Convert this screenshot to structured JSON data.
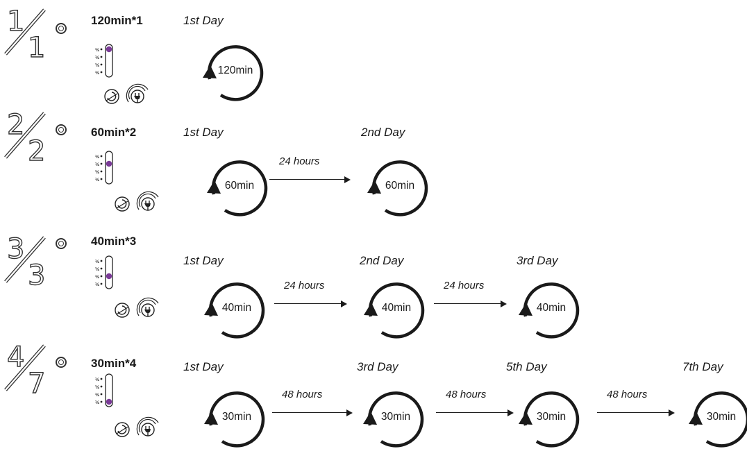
{
  "accent_color": "#7a3a97",
  "rows": [
    {
      "fraction": {
        "numerator": "1",
        "denominator": "1"
      },
      "program": "120min*1",
      "slider_level_index": 0,
      "steps": [
        {
          "day": "1st Day",
          "timer": "120min"
        }
      ],
      "intervals": []
    },
    {
      "fraction": {
        "numerator": "2",
        "denominator": "2"
      },
      "program": "60min*2",
      "slider_level_index": 1,
      "steps": [
        {
          "day": "1st Day",
          "timer": "60min"
        },
        {
          "day": "2nd Day",
          "timer": "60min"
        }
      ],
      "intervals": [
        "24 hours"
      ]
    },
    {
      "fraction": {
        "numerator": "3",
        "denominator": "3"
      },
      "program": "40min*3",
      "slider_level_index": 2,
      "steps": [
        {
          "day": "1st Day",
          "timer": "40min"
        },
        {
          "day": "2nd Day",
          "timer": "40min"
        },
        {
          "day": "3rd Day",
          "timer": "40min"
        }
      ],
      "intervals": [
        "24 hours",
        "24 hours"
      ]
    },
    {
      "fraction": {
        "numerator": "4",
        "denominator": "7"
      },
      "program": "30min*4",
      "slider_level_index": 3,
      "steps": [
        {
          "day": "1st Day",
          "timer": "30min"
        },
        {
          "day": "3rd Day",
          "timer": "30min"
        },
        {
          "day": "5th Day",
          "timer": "30min"
        },
        {
          "day": "7th Day",
          "timer": "30min"
        }
      ],
      "intervals": [
        "48 hours",
        "48 hours",
        "48 hours"
      ]
    }
  ]
}
